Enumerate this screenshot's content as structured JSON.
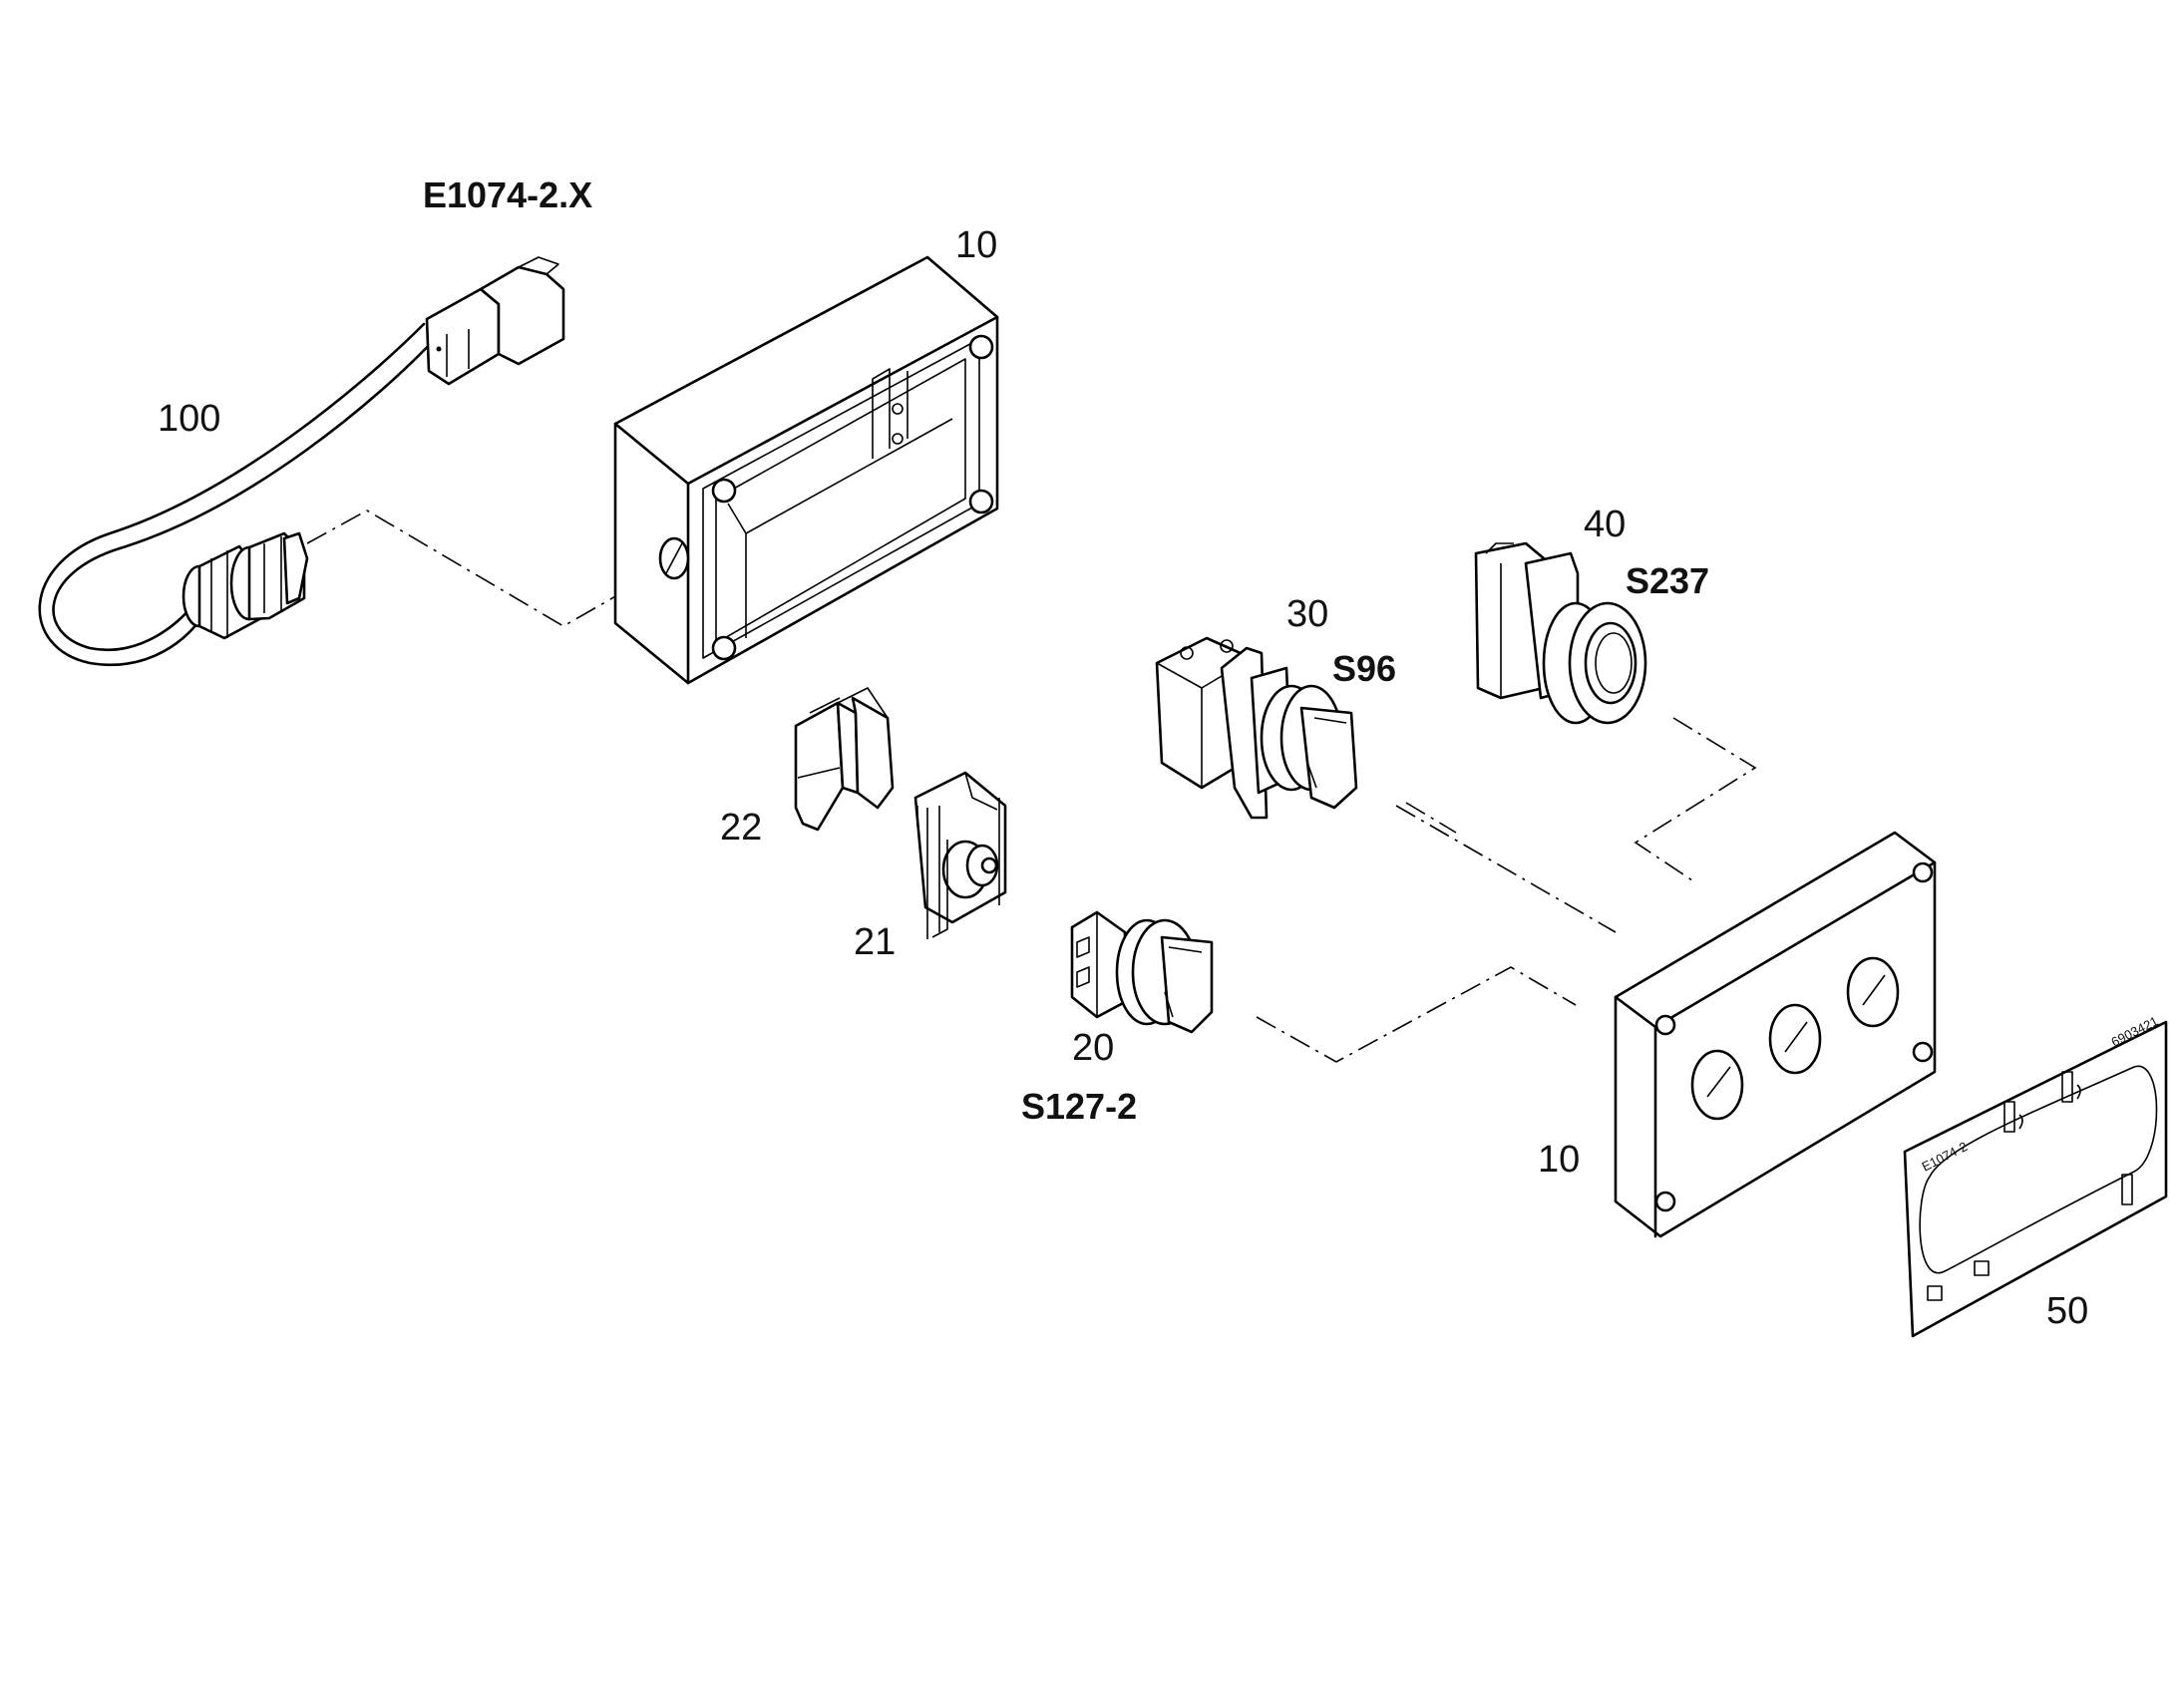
{
  "reference_labels": {
    "assembly": "E1074-2.X",
    "switch_20": "S127-2",
    "switch_30": "S96",
    "button_40": "S237"
  },
  "part_numbers": {
    "cable": "100",
    "enclosure": "10",
    "cover": "10",
    "cap": "22",
    "contact_block": "21",
    "selector_20": "20",
    "selector_30": "30",
    "button_40": "40",
    "label_plate": "50"
  },
  "label_plate_text": "E1074-2",
  "label_plate_code": "6903421"
}
